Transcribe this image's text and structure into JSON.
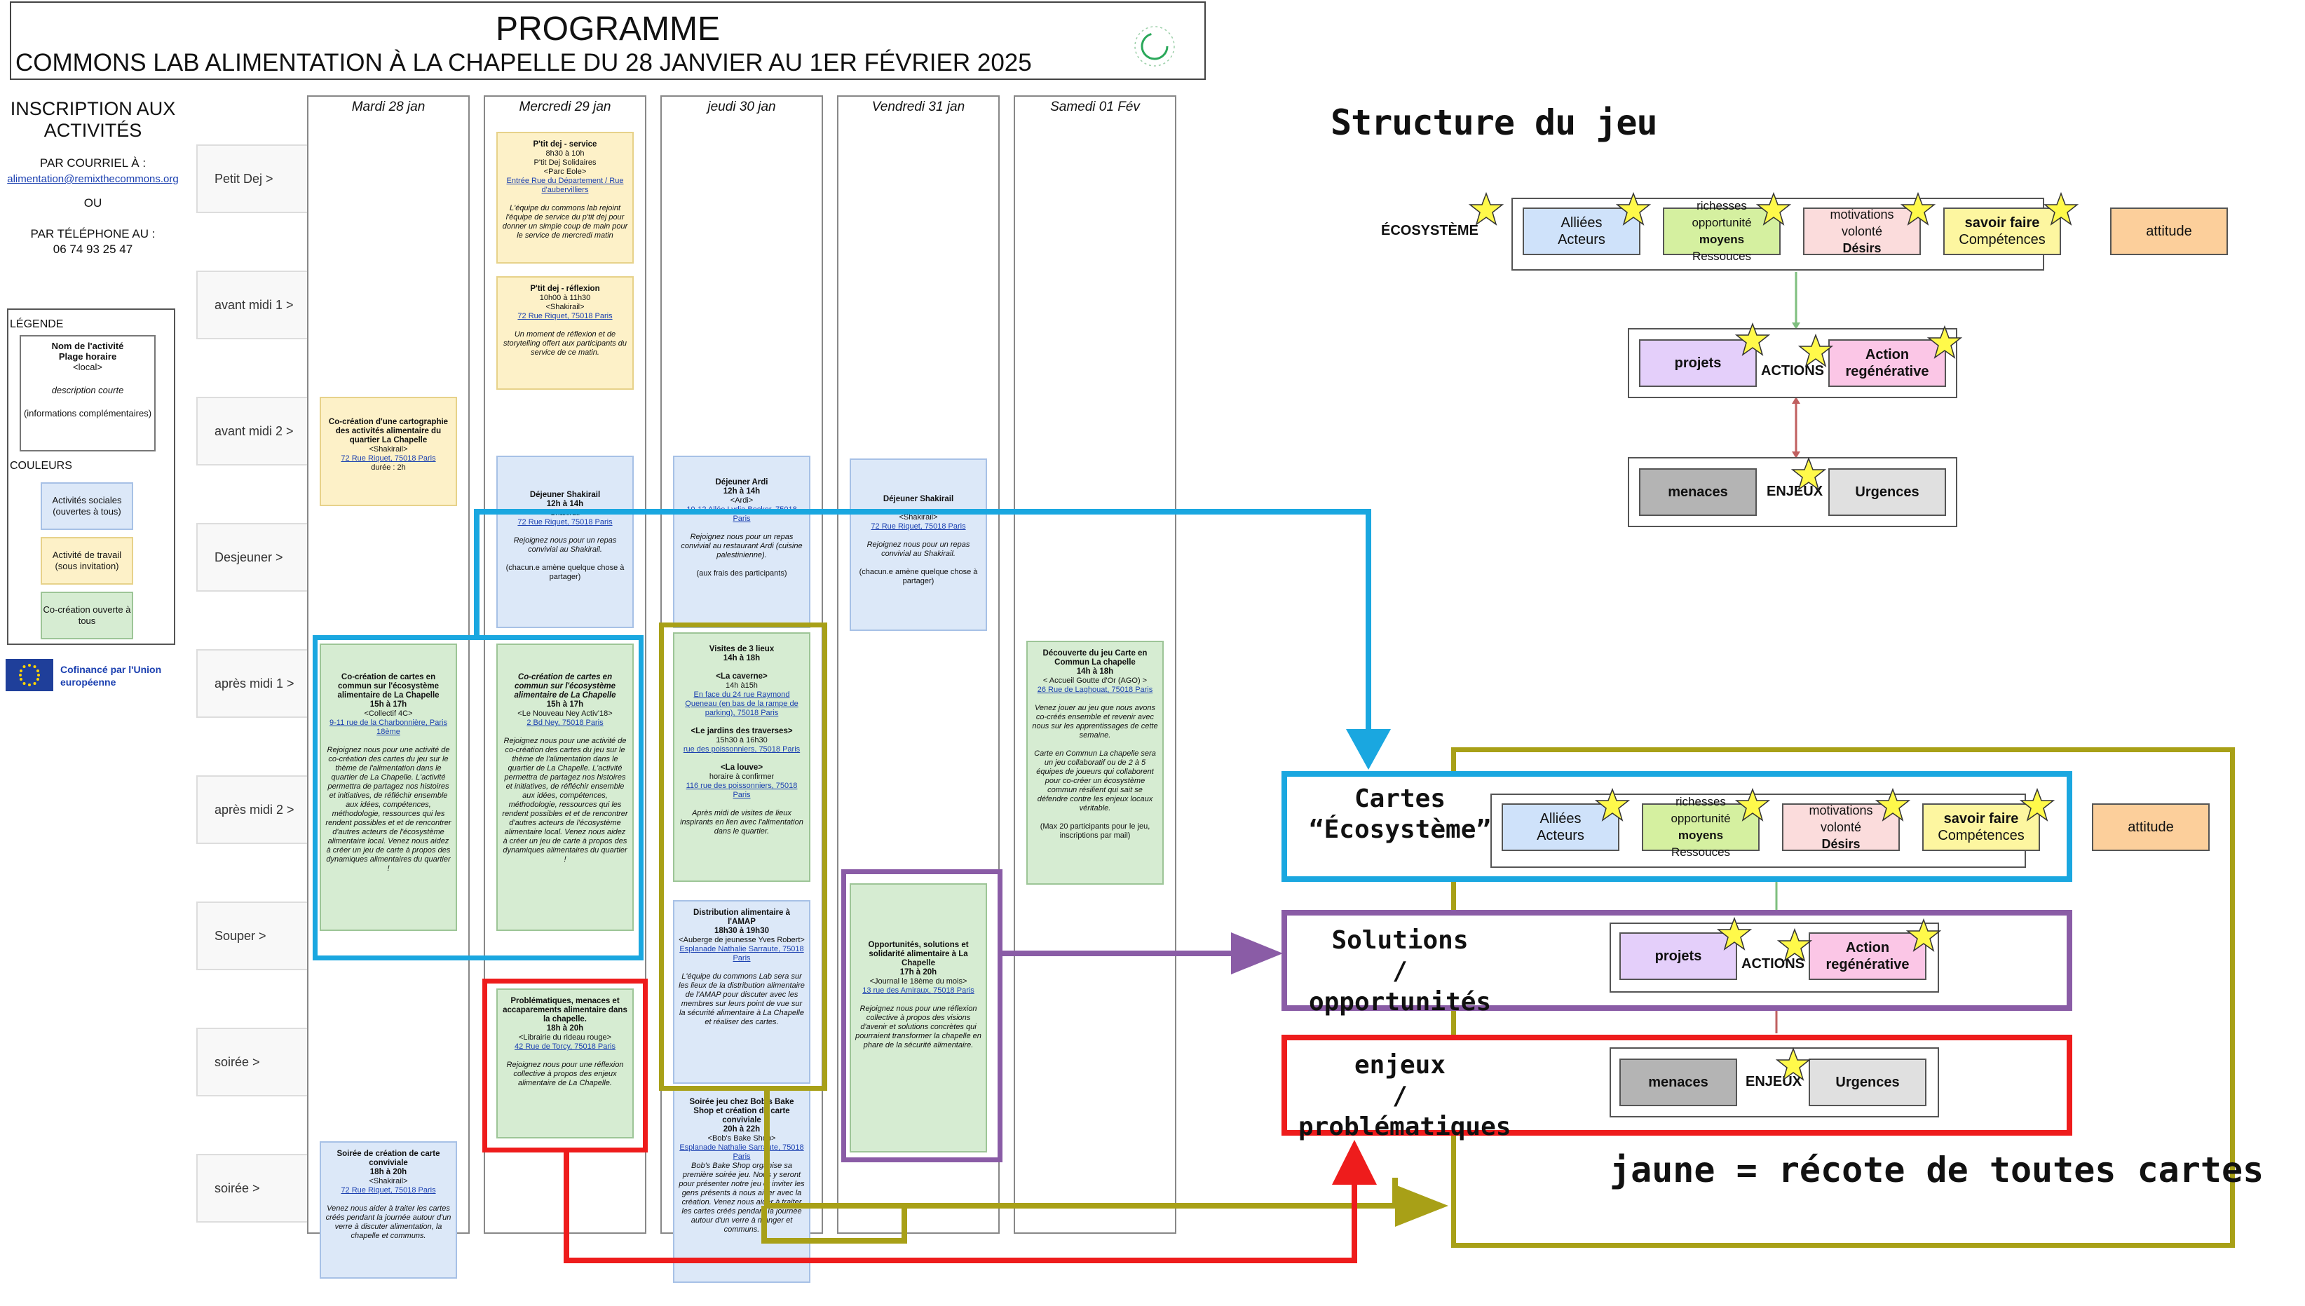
{
  "header": {
    "title": "PROGRAMME",
    "subtitle": "COMMONS LAB ALIMENTATION À LA CHAPELLE DU 28 JANVIER AU 1ER FÉVRIER 2025"
  },
  "inscription": {
    "title": "INSCRIPTION AUX ACTIVITÉS",
    "mail_label": "PAR COURRIEL À :",
    "mail": "alimentation@remixthecommons.org",
    "or": "OU",
    "phone_label": "PAR TÉLÉPHONE AU :",
    "phone": "06 74 93 25 47"
  },
  "legend": {
    "title": "LÉGENDE",
    "sample_name": "Nom de l'activité",
    "sample_time": "Plage horaire",
    "sample_local": "<local>",
    "sample_desc": "description courte",
    "sample_info": "(informations complémentaires)",
    "colors_title": "COULEURS",
    "chip_blue": "Activités sociales (ouvertes à tous)",
    "chip_yellow": "Activité de travail (sous invitation)",
    "chip_green": "Co-création ouverte à tous"
  },
  "eu": {
    "text": "Cofinancé par l'Union européenne"
  },
  "rows": [
    "Petit Dej >",
    "avant midi 1 >",
    "avant midi 2 >",
    "Desjeuner  >",
    "après midi 1 >",
    "après midi 2 >",
    "Souper  >",
    "soirée >",
    "soirée >"
  ],
  "days": [
    "Mardi 28 jan",
    "Mercredi 29 jan",
    "jeudi 30 jan",
    "Vendredi 31 jan",
    "Samedi 01 Fév"
  ],
  "cards": {
    "c1": {
      "title": "P'tit dej - service",
      "time": "8h30 à 10h",
      "sub": "P'tit Dej Solidaires",
      "local": "<Parc Eole>",
      "link": "Entrée Rue du Département / Rue d'aubervilliers",
      "desc": "L'équipe du commons lab rejoint l'équipe de service du p'tit dej pour donner un simple coup de main pour le service de mercredi matin"
    },
    "c2": {
      "title": "P'tit dej - réflexion",
      "time": "10h00 à 11h30",
      "local": "<Shakirail>",
      "link": "72 Rue Riquet, 75018 Paris",
      "desc": "Un moment de réflexion et de storytelling offert aux participants du service de ce matin."
    },
    "c3": {
      "title": "Co-création d'une cartographie des activités alimentaire du quartier La Chapelle",
      "local": "<Shakirail>",
      "link": "72 Rue Riquet, 75018 Paris",
      "desc": "durée : 2h"
    },
    "c4": {
      "title": "Déjeuner Shakirail",
      "time": "12h à 14h",
      "local": "<Shakirail>",
      "link": "72 Rue Riquet, 75018 Paris",
      "desc": "Rejoignez nous pour un repas convivial au Shakirail.",
      "info": "(chacun.e amène quelque chose à partager)"
    },
    "c5": {
      "title": "Déjeuner Ardi",
      "time": "12h à 14h",
      "local": "<Ardi>",
      "link": "10-12 Allée Lydia Becker, 75018 Paris",
      "desc": "Rejoignez nous pour un repas convivial au restaurant Ardi (cuisine palestinienne).",
      "info": "(aux frais des participants)"
    },
    "c6": {
      "title": "Déjeuner Shakirail",
      "local": "<Shakirail>",
      "link": "72 Rue Riquet, 75018 Paris",
      "desc": "Rejoignez nous pour un repas convivial au Shakirail.",
      "info": "(chacun.e amène quelque chose à partager)"
    },
    "c7": {
      "title": "Co-création de cartes en commun sur l'écosystème alimentaire de La Chapelle",
      "time": "15h à 17h",
      "local": "<Collectif 4C>",
      "link": "9-11 rue de la Charbonnière, Paris 18ème",
      "desc": "Rejoignez nous pour une activité de co-création des cartes du jeu sur le thème de l'alimentation dans le quartier de La Chapelle. L'activité permettra de partagez nos histoires et initiatives, de réfléchir ensemble aux idées, compétences, méthodologie, ressources qui les rendent possibles et et de rencontrer d'autres acteurs de l'écosystème alimentaire local. Venez nous aidez à créer un jeu de carte à propos des dynamiques alimentaires du quartier !"
    },
    "c8": {
      "title": "Co-création de cartes en commun sur l'écosystème alimentaire de La Chapelle",
      "time": "15h à 17h",
      "local": "<Le Nouveau Ney Activ'18>",
      "link": "2 Bd Ney, 75018 Paris",
      "desc": "Rejoignez nous pour une activité de co-création des cartes du jeu sur le thème de l'alimentation dans le quartier de La Chapelle. L'activité permettra de partagez nos histoires et initiatives, de réfléchir ensemble aux idées, compétences, méthodologie, ressources qui les rendent possibles et et de rencontrer d'autres acteurs de l'écosystème alimentaire local. Venez nous aidez à créer un jeu de carte à propos des dynamiques alimentaires du quartier !"
    },
    "c9": {
      "title": "Visites de 3 lieux",
      "time": "14h à 18h",
      "p1": "<La caverne>",
      "p1t": "14h à15h",
      "p1l": "En face du 24 rue Raymond Queneau (en bas de la rampe de parking), 75018 Paris",
      "p2": "<Le jardins des traverses>",
      "p2t": "15h30 à 16h30",
      "p2l": "rue des poissonniers, 75018 Paris",
      "p3": "<La louve>",
      "p3t": "horaire à confirmer",
      "p3l": "116 rue des poissonniers, 75018 Paris",
      "desc": "Après midi de visites de lieux inspirants en lien avec l'alimentation dans le quartier."
    },
    "c10": {
      "title": "Découverte du jeu Carte en Commun La chapelle",
      "time": "14h à 18h",
      "local": "< Accueil Goutte d'Or (AGO) >",
      "link": "26 Rue de Laghouat, 75018 Paris",
      "desc": "Venez jouer au jeu que nous avons co-créés ensemble et revenir avec nous sur les apprentissages de cette semaine.",
      "desc2": "Carte en Commun La chapelle sera un jeu collaboratif ou de 2 à 5 équipes de joueurs qui collaborent pour co-créer un écosystème commun résilient qui sait se défendre contre les enjeux locaux véritable.",
      "info": "(Max 20 participants pour le jeu, inscriptions par mail)"
    },
    "c11": {
      "title": "Distribution alimentaire à l'AMAP",
      "time": "18h30 à 19h30",
      "local": "<Auberge de jeunesse Yves Robert>",
      "link": "Esplanade Nathalie Sarraute, 75018 Paris",
      "desc": "L'équipe du commons Lab sera sur les lieux de la distribution alimentaire de l'AMAP pour discuter avec les membres sur leurs point de vue sur la sécurité alimentaire à La Chapelle et réaliser des cartes."
    },
    "c12": {
      "title": "Opportunités, solutions et solidarité alimentaire à La Chapelle",
      "time": "17h à 20h",
      "local": "<Journal le 18ème du mois>",
      "link": "13 rue des Amiraux, 75018 Paris",
      "desc": "Rejoignez nous pour une réflexion collective à propos des visions d'avenir et solutions concrètes qui pourraient transformer la chapelle en phare de la sécurité alimentaire."
    },
    "c13": {
      "title": "Problématiques, menaces et accaparements alimentaire dans la chapelle.",
      "time": "18h à 20h",
      "local": "<Librairie du rideau rouge>",
      "link": "42 Rue de Torcy, 75018 Paris",
      "desc": "Rejoignez nous pour une réflexion collective à propos des enjeux alimentaire de La Chapelle."
    },
    "c14": {
      "title": "Soirée jeu chez Bob's Bake Shop et création de carte conviviale",
      "time": "20h à 22h",
      "local": "<Bob's Bake Shop>",
      "link": "Esplanade Nathalie Sarraute, 75018 Paris",
      "desc": "Bob's Bake Shop organise sa première soirée jeu. Nous y seront pour présenter notre jeu et inviter les gens présents à nous aider avec la création. Venez nous aider à traiter les cartes créés pendant la journée autour d'un verre à manger et communs."
    },
    "c15": {
      "title": "Soirée de création de carte conviviale",
      "time": "18h à 20h",
      "local": "<Shakirail>",
      "link": "72 Rue Riquet, 75018 Paris",
      "desc": "Venez nous aider à traiter les cartes créés pendant la journée autour d'un verre à discuter alimentation, la chapelle et communs."
    }
  },
  "structure": {
    "title": "Structure du jeu",
    "ecosysteme": "ÉCOSYSTÈME",
    "allies": "Alliées",
    "acteurs": "Acteurs",
    "richesses": "richesses",
    "opportunite": "opportunité",
    "moyens": "moyens",
    "ressources": "Ressouces",
    "motivations": "motivations",
    "volonte": "volonté",
    "desirs": "Désirs",
    "savoir": "savoir faire",
    "competences": "Compétences",
    "attitude": "attitude",
    "projets": "projets",
    "actions": "ACTIONS",
    "action": "Action",
    "regenerative": "regénérative",
    "menaces": "menaces",
    "enjeux": "ENJEUX",
    "urgences": "Urgences"
  },
  "categories": {
    "cartes": "Cartes",
    "ecosysteme_q": "“Écosystème”",
    "solutions": "Solutions",
    "opportunites": "/ opportunités",
    "enjeux": "enjeux",
    "problematiques": "/ problématiques",
    "jaune": "jaune = récote de toutes cartes"
  },
  "colors": {
    "blue_frame": "#1aa7e0",
    "olive_frame": "#a8a017",
    "purple_frame": "#8a5ca6",
    "red_frame": "#ee1c1c"
  }
}
